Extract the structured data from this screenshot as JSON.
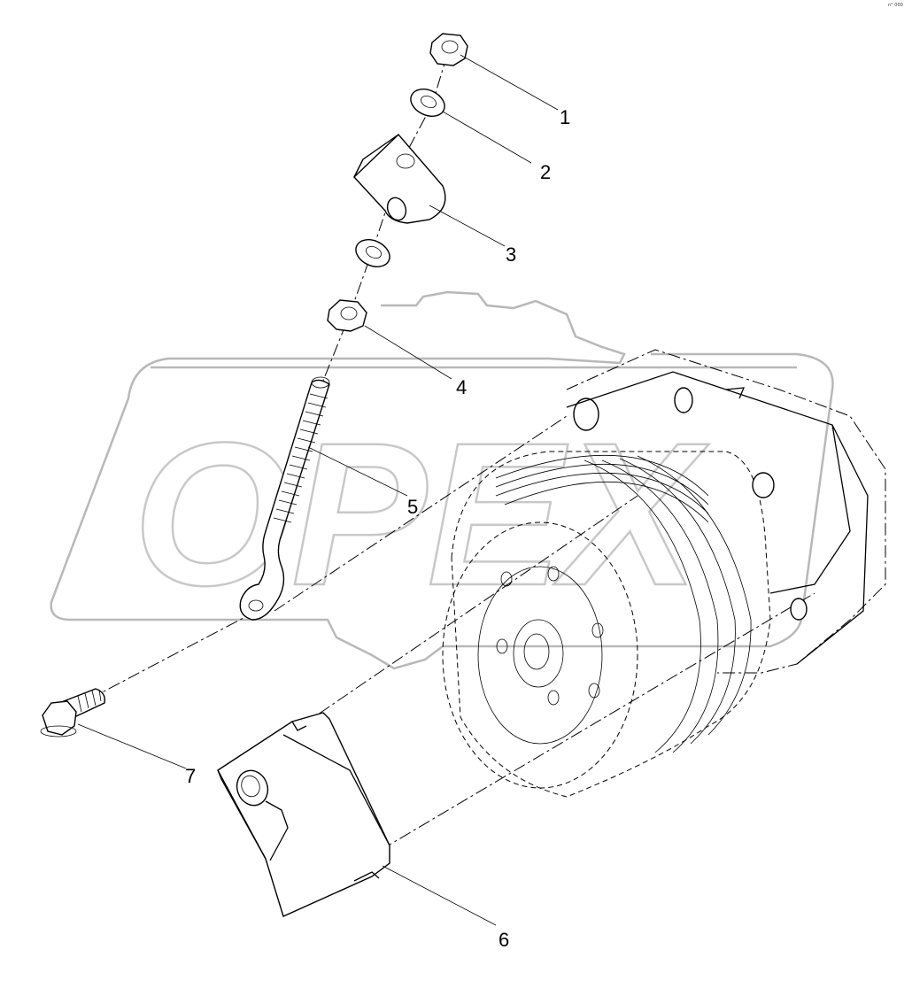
{
  "diagram": {
    "corner_tag": "n° 000",
    "watermark_text": "OPEX",
    "callouts": [
      {
        "id": "1",
        "label": "1"
      },
      {
        "id": "2",
        "label": "2"
      },
      {
        "id": "3",
        "label": "3"
      },
      {
        "id": "4",
        "label": "4"
      },
      {
        "id": "5",
        "label": "5"
      },
      {
        "id": "6",
        "label": "6"
      },
      {
        "id": "7",
        "label": "7"
      }
    ]
  }
}
